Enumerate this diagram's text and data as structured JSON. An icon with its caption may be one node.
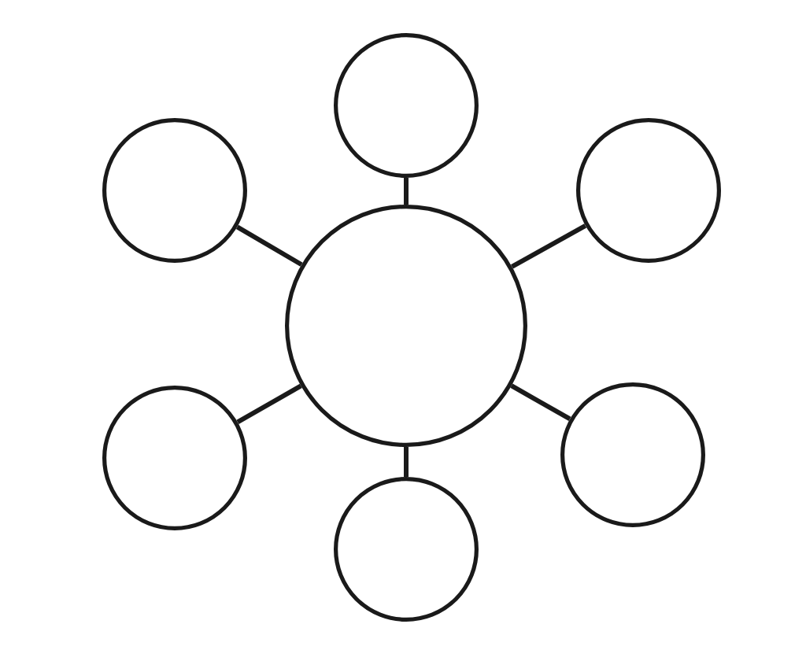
{
  "diagram": {
    "nodes": [
      {
        "text": [],
        "shape": "circle"
      },
      {
        "text": [],
        "shape": "circle"
      },
      {
        "text": [],
        "shape": "circle"
      },
      {
        "text": [],
        "shape": "circle"
      },
      {
        "text": [],
        "shape": "circle"
      },
      {
        "text": [],
        "shape": "circle"
      },
      {
        "text": [],
        "shape": "circle"
      }
    ],
    "edges": [
      {
        "from": 3,
        "to": 0,
        "arrow": "none"
      },
      {
        "from": 3,
        "to": 1,
        "arrow": "none"
      },
      {
        "from": 3,
        "to": 2,
        "arrow": "none"
      },
      {
        "from": 3,
        "to": 4,
        "arrow": "none"
      },
      {
        "from": 3,
        "to": 5,
        "arrow": "none"
      },
      {
        "from": 3,
        "to": 6,
        "arrow": "none"
      }
    ]
  }
}
